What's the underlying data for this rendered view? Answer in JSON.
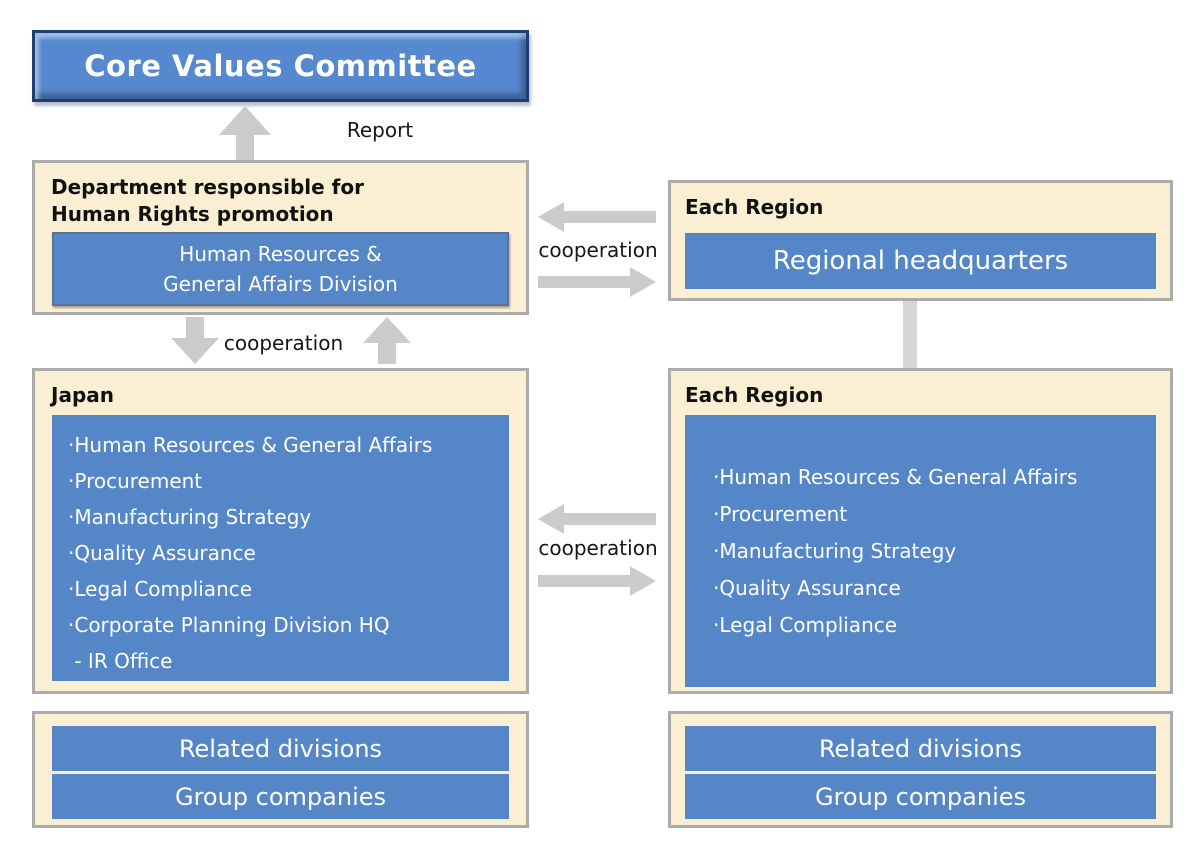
{
  "palette": {
    "box_blue": "#5587C8",
    "panel_cream": "#FAEFD2",
    "panel_border_gray": "#ABABAB",
    "arrow_gray": "#CBCBCB",
    "committee_fill": "#5588CF",
    "committee_border": "#1E3E6F",
    "text_dark": "#111111",
    "text_white": "#FFFFFF"
  },
  "committee": {
    "label": "Core Values Committee"
  },
  "report": {
    "label": "Report"
  },
  "dept": {
    "title": "Department responsible for\nHuman Rights promotion",
    "division": "Human Resources &\nGeneral Affairs Division"
  },
  "coop_top": {
    "label": "cooperation"
  },
  "coop_left": {
    "label": "cooperation"
  },
  "coop_mid": {
    "label": "cooperation"
  },
  "region_top": {
    "title": "Each Region",
    "headquarters": "Regional headquarters"
  },
  "japan": {
    "title": "Japan",
    "items": [
      "·Human Resources & General Affairs",
      "·Procurement",
      "·Manufacturing Strategy",
      "·Quality Assurance",
      "·Legal Compliance",
      "·Corporate Planning Division HQ",
      " - IR Office"
    ]
  },
  "region_bottom": {
    "title": "Each Region",
    "items": [
      "·Human Resources & General Affairs",
      "·Procurement",
      "·Manufacturing Strategy",
      "·Quality Assurance",
      "·Legal Compliance"
    ]
  },
  "bottom_left": {
    "bars": [
      "Related divisions",
      "Group companies"
    ]
  },
  "bottom_right": {
    "bars": [
      "Related divisions",
      "Group companies"
    ]
  }
}
